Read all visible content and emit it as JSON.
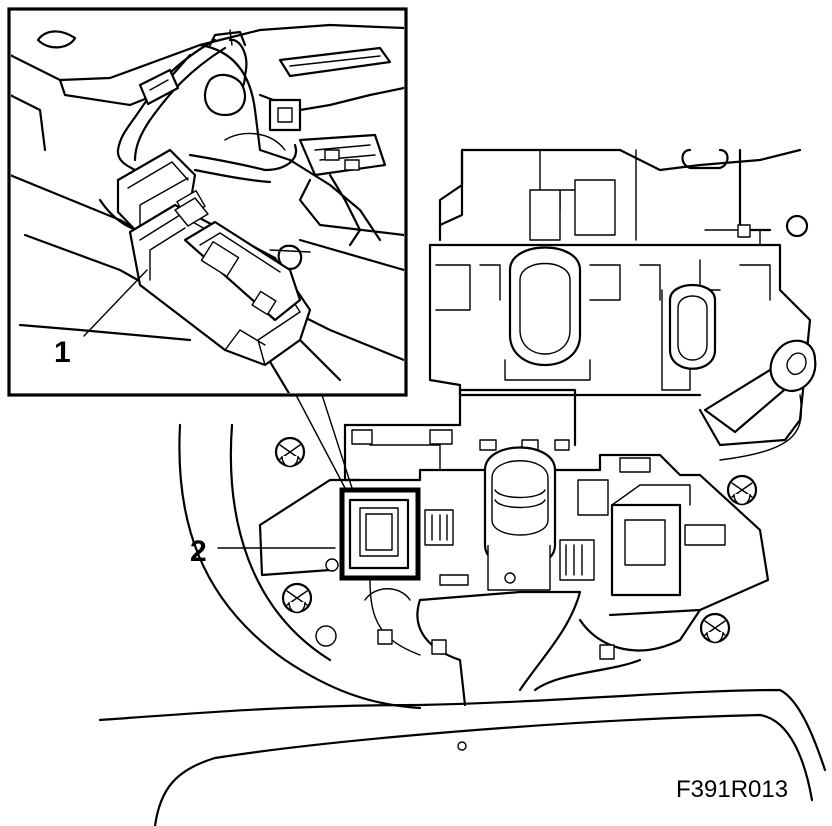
{
  "figure": {
    "callouts": [
      {
        "number": "1"
      },
      {
        "number": "2"
      }
    ],
    "figure_code": "F391R013"
  }
}
